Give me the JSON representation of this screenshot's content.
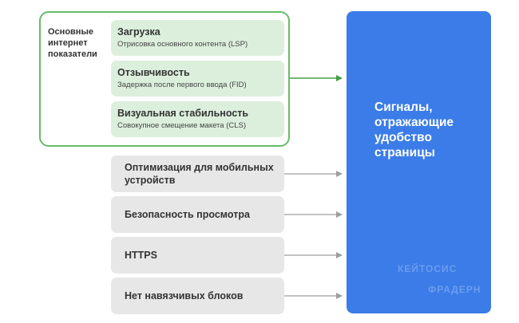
{
  "core_group": {
    "label": "Основные интернет показатели",
    "items": [
      {
        "title": "Загрузка",
        "subtitle": "Отрисовка основного контента (LSP)"
      },
      {
        "title": "Отзывчивость",
        "subtitle": "Задержка после первого ввода (FID)"
      },
      {
        "title": "Визуальная стабильность",
        "subtitle": "Совокупное смещение макета (CLS)"
      }
    ]
  },
  "signals": [
    {
      "label": "Оптимизация для мобильных устройств"
    },
    {
      "label": "Безопасность просмотра"
    },
    {
      "label": "HTTPS"
    },
    {
      "label": "Нет навязчивых блоков"
    }
  ],
  "target": {
    "label": "Сигналы, отражающие удобство страницы"
  },
  "watermark": {
    "line1": "КЕЙТОСИС",
    "line2": "ФРАДЕРН"
  },
  "colors": {
    "core_border": "#66bb6a",
    "core_item_bg": "#dcefdc",
    "signal_bg": "#e7e7e7",
    "target_bg": "#3b7ce8",
    "core_arrow": "#43a047",
    "signal_arrow": "#9e9e9e"
  }
}
